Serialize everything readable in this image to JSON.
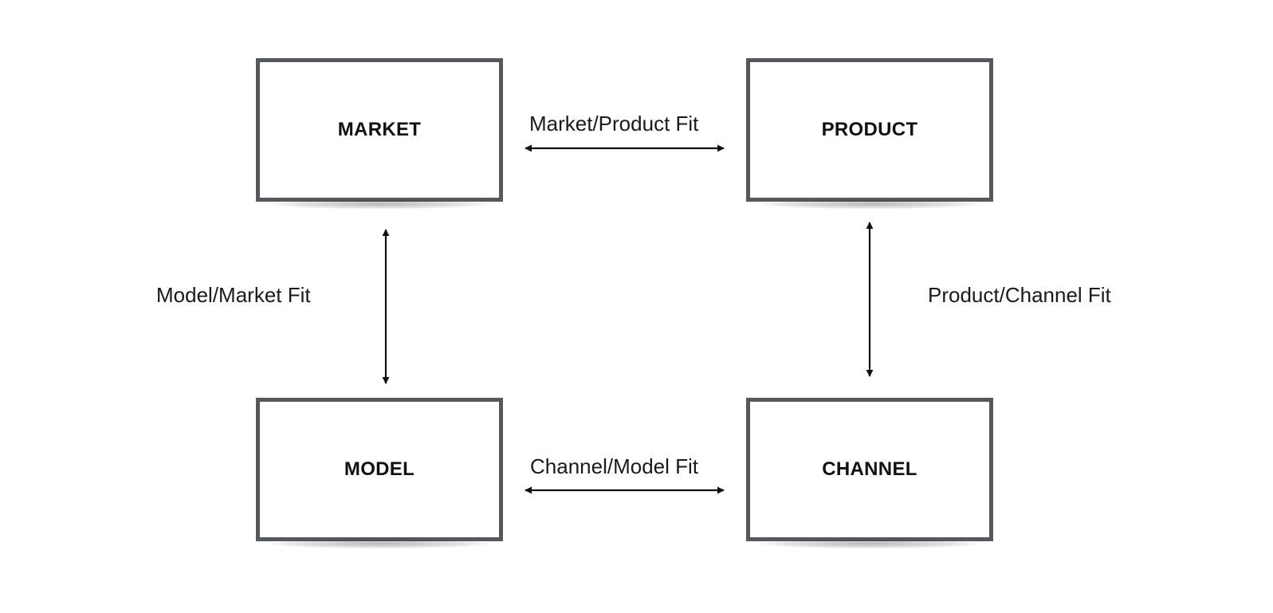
{
  "nodes": {
    "market": "MARKET",
    "product": "PRODUCT",
    "model": "MODEL",
    "channel": "CHANNEL"
  },
  "edges": {
    "market_product": "Market/Product Fit",
    "model_market": "Model/Market Fit",
    "product_channel": "Product/Channel Fit",
    "channel_model": "Channel/Model Fit"
  },
  "colors": {
    "box_border": "#55585d",
    "arrow": "#111111",
    "text": "#111111"
  }
}
